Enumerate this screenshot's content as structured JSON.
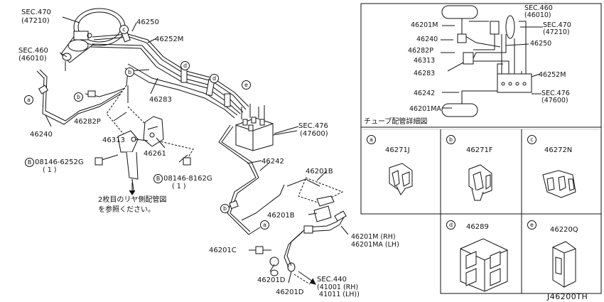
{
  "labels": {
    "sec470_title": "SEC.470",
    "sec470_sub": "(47210)",
    "sec460_title": "SEC.460",
    "sec460_sub": "(46010)",
    "p46250": "46250",
    "p46252m": "46252M",
    "p46283": "46283",
    "p46282p": "46282P",
    "p46240": "46240",
    "p46313": "46313",
    "p46261": "46261",
    "bolt1": "08146-6252G",
    "bolt1_qty": "( 1 )",
    "bolt2": "08146-8162G",
    "bolt2_qty": "( 1 )",
    "note_line1": "2枚目のリヤ側配管図",
    "note_line2": "を参照ください。",
    "sec476_title": "SEC.476",
    "sec476_sub": "(47600)",
    "p46242": "46242",
    "p46201b_top": "46201B",
    "p46201b_mid": "46201B",
    "p46201m": "46201M (RH)",
    "p46201ma": "46201MA (LH)",
    "p46201c": "46201C",
    "p46201d_a": "46201D",
    "p46201d_b": "46201D",
    "sec440_title": "SEC.440",
    "sec440_rh": "(41001 (RH)",
    "sec440_lh": " 41011 (LH))",
    "diagram_code": "J46200TH"
  },
  "callouts": [
    "a",
    "b",
    "c",
    "d",
    "e"
  ],
  "bolt_marker": "B",
  "inset": {
    "title": "チューブ配管詳細図",
    "p46201m": "46201M",
    "p46240": "46240",
    "p46282p": "46282P",
    "p46313": "46313",
    "p46283": "46283",
    "p46242": "46242",
    "p46201ma": "46201MA",
    "sec460_title": "SEC.460",
    "sec460_sub": "(46010)",
    "sec470_title": "SEC.470",
    "sec470_sub": "(47210)",
    "p46250": "46250",
    "p46252m": "46252M",
    "sec476_title": "SEC.476",
    "sec476_sub": "(47600)"
  },
  "clips": [
    {
      "letter": "a",
      "part": "46271J"
    },
    {
      "letter": "b",
      "part": "46271F"
    },
    {
      "letter": "c",
      "part": "46272N"
    },
    {
      "letter": "d",
      "part": "46289"
    },
    {
      "letter": "e",
      "part": "46220Q"
    }
  ]
}
